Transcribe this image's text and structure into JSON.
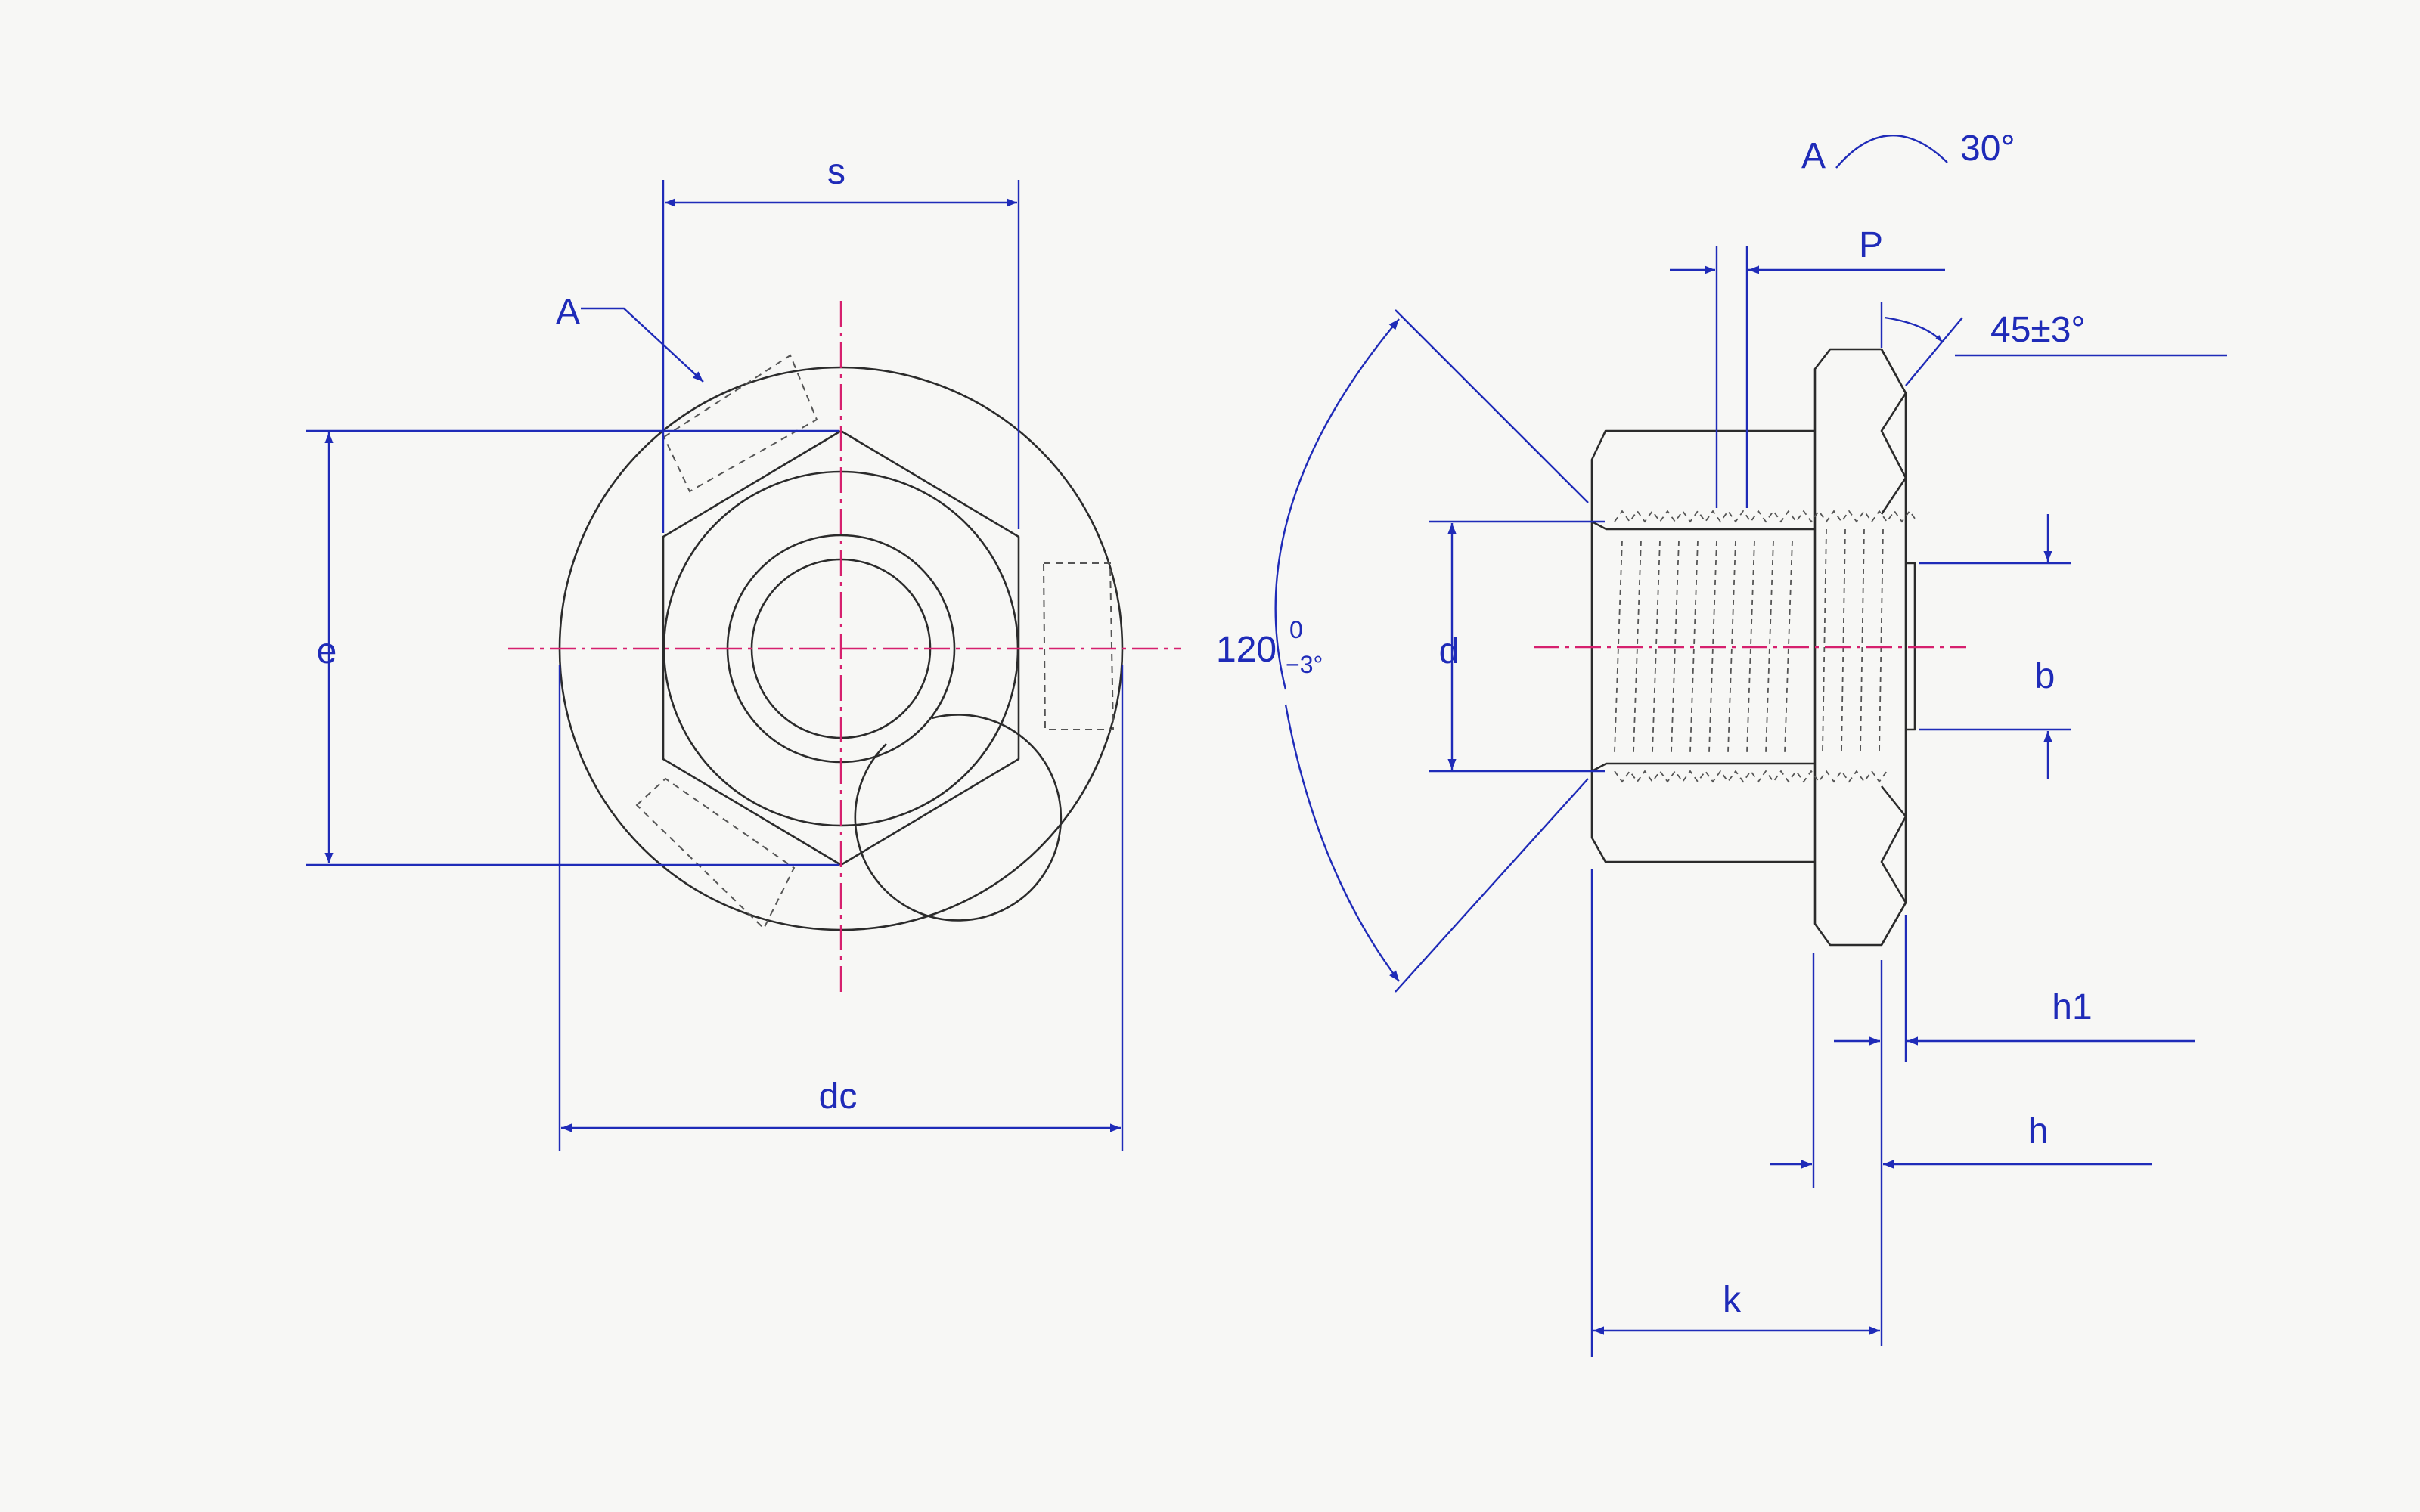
{
  "colors": {
    "dimension": "#1f2bb8",
    "centerline": "#d6206e",
    "outline": "#2b2b2b",
    "background": "#f7f7f5"
  },
  "labels": {
    "s": "s",
    "a_leader": "A",
    "e": "e",
    "dc": "dc",
    "angle_120": "120",
    "angle_120_upper": "0",
    "angle_120_lower": "−3°",
    "a_detail": "A",
    "angle_30": "30°",
    "p": "P",
    "angle_45": "45±3°",
    "d": "d",
    "b": "b",
    "h1": "h1",
    "h": "h",
    "k": "k"
  }
}
